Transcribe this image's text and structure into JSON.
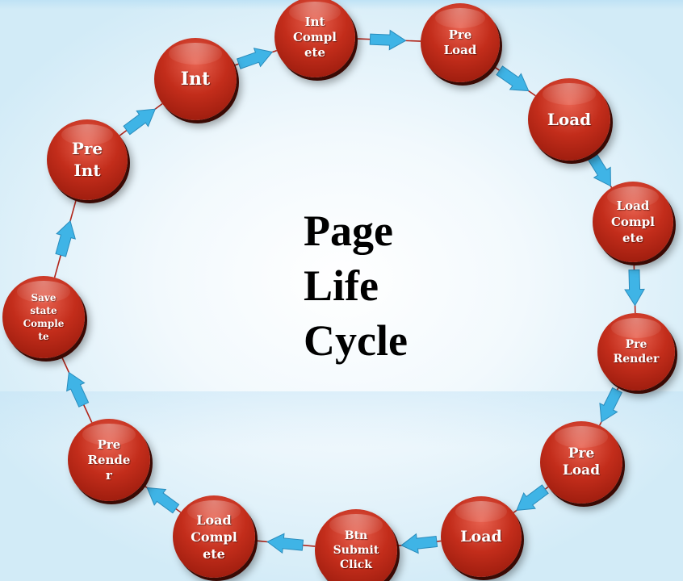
{
  "title": [
    "Page",
    "Life",
    "Cycle"
  ],
  "colors": {
    "node_fill": "#c32d1b",
    "node_shadow": "#3a0a04",
    "connector": "#b1251a",
    "arrow_fill": "#3fb4e6",
    "arrow_stroke": "#2a8cbc",
    "label": "#ffffff"
  },
  "nodes": [
    {
      "id": "int-complete",
      "label": "Int\nCompl\nete"
    },
    {
      "id": "pre-load-1",
      "label": "Pre\nLoad"
    },
    {
      "id": "load-1",
      "label": "Load"
    },
    {
      "id": "load-complete-1",
      "label": "Load\nCompl\nete"
    },
    {
      "id": "pre-render-1",
      "label": "Pre\nRender"
    },
    {
      "id": "pre-load-2",
      "label": "Pre\nLoad"
    },
    {
      "id": "load-2",
      "label": "Load"
    },
    {
      "id": "btn-submit-click",
      "label": "Btn\nSubmit\nClick"
    },
    {
      "id": "load-complete-2",
      "label": "Load\nCompl\nete"
    },
    {
      "id": "pre-render-2",
      "label": "Pre\nRende\nr"
    },
    {
      "id": "save-state-complete",
      "label": "Save\nstate\nComple\nte"
    },
    {
      "id": "pre-int",
      "label": "Pre\nInt"
    },
    {
      "id": "int",
      "label": "Int"
    }
  ],
  "flow": [
    [
      "int",
      "int-complete"
    ],
    [
      "int-complete",
      "pre-load-1"
    ],
    [
      "pre-load-1",
      "load-1"
    ],
    [
      "load-1",
      "load-complete-1"
    ],
    [
      "load-complete-1",
      "pre-render-1"
    ],
    [
      "pre-render-1",
      "pre-load-2"
    ],
    [
      "pre-load-2",
      "load-2"
    ],
    [
      "load-2",
      "btn-submit-click"
    ],
    [
      "btn-submit-click",
      "load-complete-2"
    ],
    [
      "load-complete-2",
      "pre-render-2"
    ],
    [
      "pre-render-2",
      "save-state-complete"
    ],
    [
      "save-state-complete",
      "pre-int"
    ],
    [
      "pre-int",
      "int"
    ]
  ]
}
